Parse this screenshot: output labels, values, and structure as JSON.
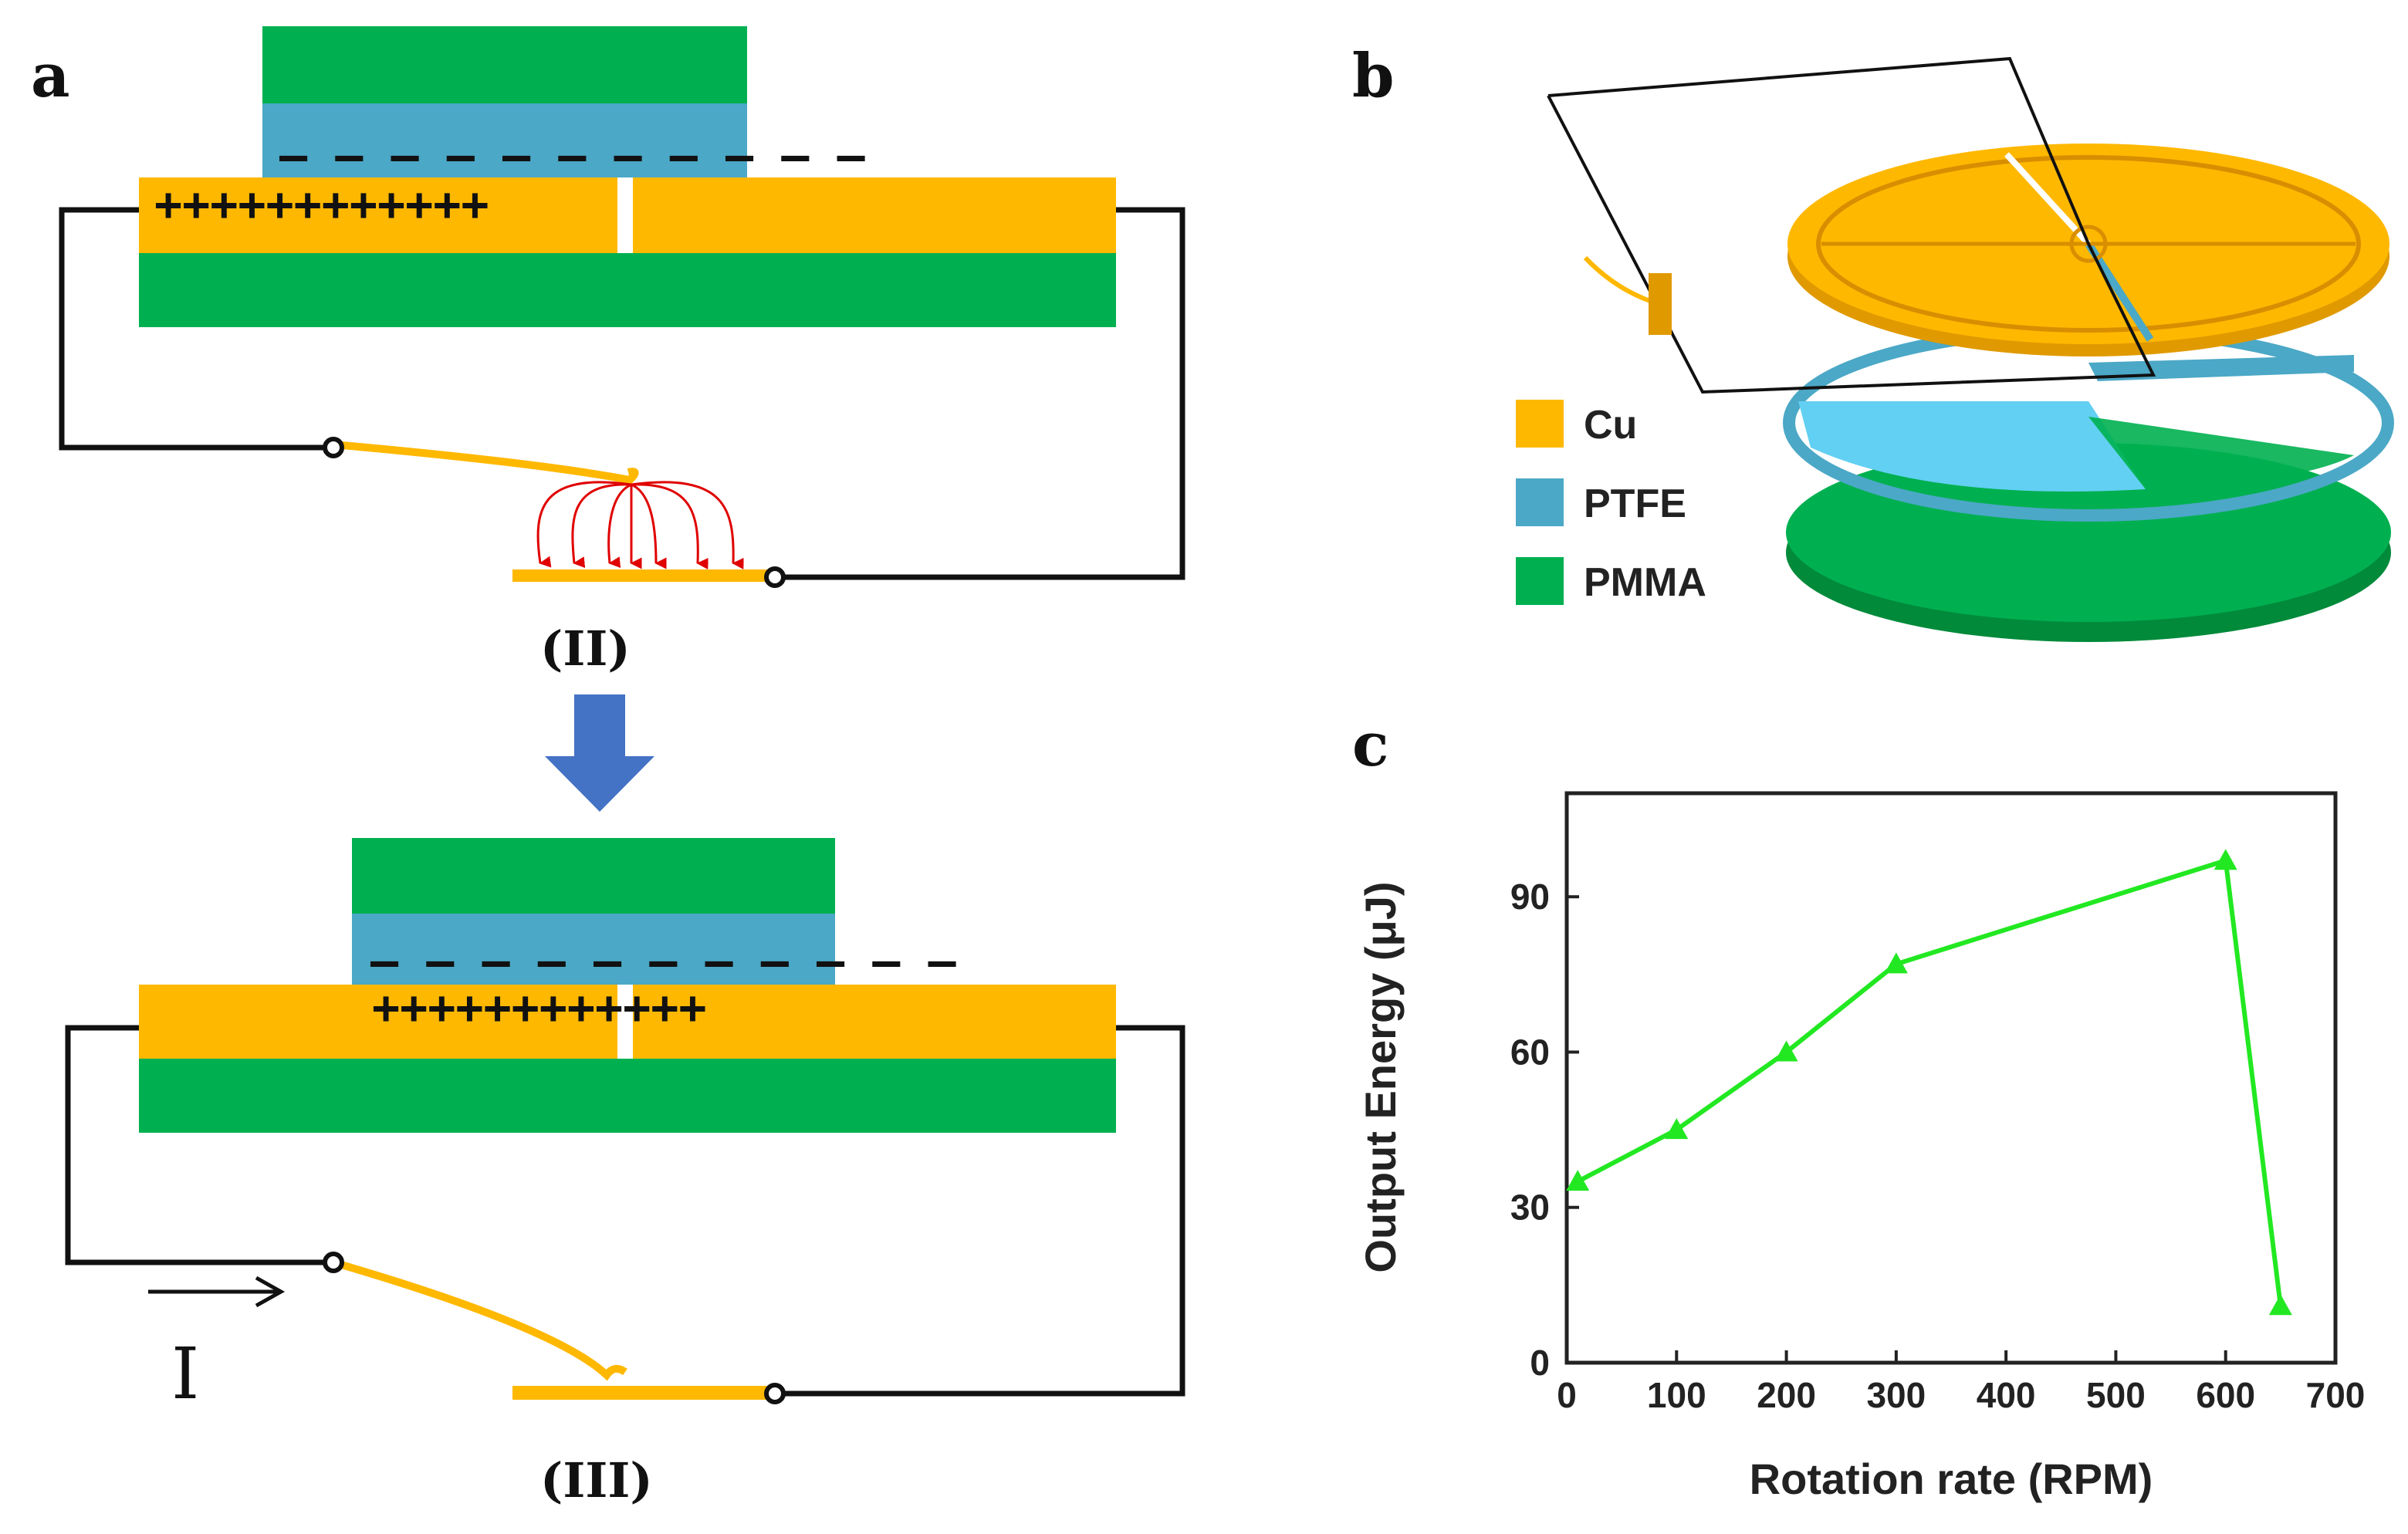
{
  "panels": {
    "a": {
      "letter": "a"
    },
    "b": {
      "letter": "b"
    },
    "c": {
      "letter": "c"
    }
  },
  "panel_a": {
    "stage_top_label": "(II)",
    "stage_bottom_label": "(III)",
    "current_label": "I",
    "charges_positive": "++++++++++++",
    "charges_negative": "– – – – – – – – – – –"
  },
  "colors": {
    "cu": "#FFB800",
    "ptfe": "#4BA8C6",
    "ptfe_light": "#62D0F2",
    "pmma": "#00B050",
    "arrow_blue": "#4472C4",
    "field_red": "#E00000",
    "curve_green": "#22E822"
  },
  "legend": {
    "items": [
      {
        "label": "Cu",
        "color": "#FFB800"
      },
      {
        "label": "PTFE",
        "color": "#4BA8C6"
      },
      {
        "label": "PMMA",
        "color": "#00B050"
      }
    ]
  },
  "chart_data": {
    "type": "line",
    "xlabel": "Rotation rate (RPM)",
    "ylabel": "Output Energy (μJ)",
    "xlim": [
      0,
      700
    ],
    "ylim": [
      0,
      110
    ],
    "xticks": [
      0,
      100,
      200,
      300,
      400,
      500,
      600,
      700
    ],
    "yticks": [
      0,
      30,
      60,
      90
    ],
    "x": [
      10,
      100,
      200,
      300,
      600,
      650
    ],
    "y": [
      35,
      45,
      60,
      77,
      97,
      11
    ],
    "marker": "triangle",
    "color": "#22E822",
    "grid": false,
    "legend": "none"
  }
}
